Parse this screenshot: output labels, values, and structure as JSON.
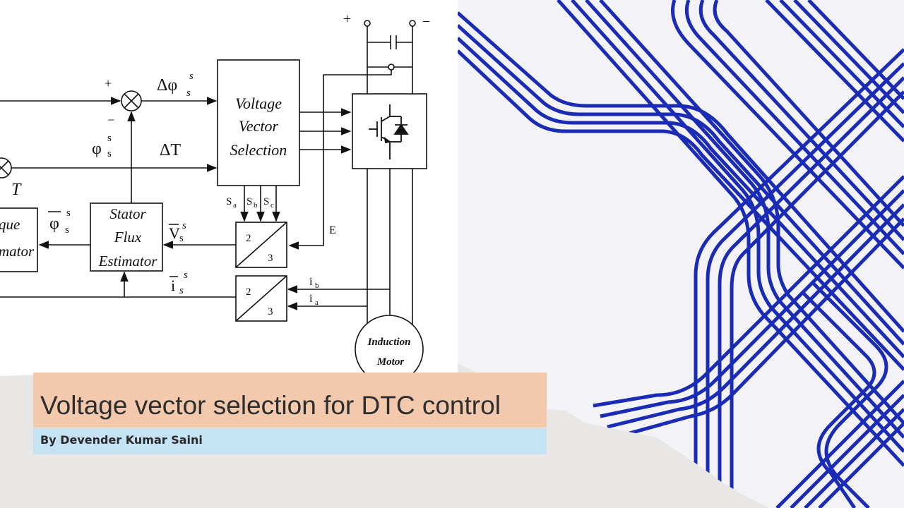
{
  "banner": {
    "title": "Voltage vector selection for DTC control",
    "author": "By Devender Kumar Saini"
  },
  "diagram": {
    "blocks": {
      "voltage_vector_selection": [
        "Voltage",
        "Vector",
        "Selection"
      ],
      "stator_flux_estimator": [
        "Stator",
        "Flux",
        "Estimator"
      ],
      "torque_estimator_partial": [
        "que",
        "mator"
      ],
      "converter_2_3_top": [
        "2",
        "3"
      ],
      "converter_2_3_bottom": [
        "2",
        "3"
      ],
      "induction_motor": [
        "Induction",
        "Motor"
      ]
    },
    "signals": {
      "delta_flux": "Δφ",
      "delta_flux_sub": "s",
      "delta_flux_sup": "s",
      "flux_ref": "φ",
      "flux_ref_sub": "s",
      "flux_ref_sup": "s",
      "delta_torque": "ΔT",
      "torque": "T",
      "flux_est": "φ",
      "flux_est_sub": "s",
      "flux_est_sup": "s",
      "voltage_vec": "V",
      "voltage_vec_sub": "s",
      "voltage_vec_sup": "s",
      "current_vec": "i",
      "current_vec_sub": "s",
      "current_vec_sup": "s",
      "switch_a": "S",
      "switch_a_sub": "a",
      "switch_b": "S",
      "switch_b_sub": "b",
      "switch_c": "S",
      "switch_c_sub": "c",
      "dc_voltage": "E",
      "current_b": "i",
      "current_b_sub": "b",
      "current_a": "i",
      "current_a_sub": "a",
      "dc_plus": "+",
      "dc_minus": "−",
      "sum_plus": "+",
      "sum_minus": "−"
    }
  },
  "colors": {
    "pattern_blue": "#1a2bb5",
    "title_band": "#f3c9ad",
    "author_band": "#c5e3f4",
    "background": "#f3f2f6"
  }
}
